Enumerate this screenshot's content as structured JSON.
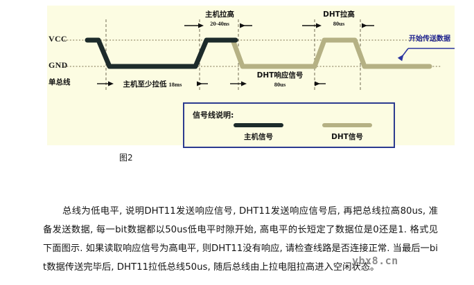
{
  "figure": {
    "caption": "图2",
    "background_color": "#fcfce2",
    "host_signal_color": "#1d2b2b",
    "dht_signal_color": "#b5b184",
    "annotation_color": "#1b1f8c",
    "axis": {
      "vcc_label": "VCC",
      "gnd_label": "GND",
      "bus_label": "单总线"
    },
    "annotations": {
      "host_pull_low": {
        "text": "主机至少拉低",
        "value": "18ms"
      },
      "host_pull_high": {
        "text": "主机拉高",
        "value": "20-40ns"
      },
      "dht_response": {
        "text": "DHT响应信号",
        "value": "80us"
      },
      "dht_pull_high": {
        "text": "DHT拉高",
        "value": "80us"
      },
      "start_transmit": {
        "text": "开始传送数据"
      }
    }
  },
  "legend": {
    "title": "信号线说明:",
    "entries": [
      {
        "name": "主机信号",
        "color": "#1d2b2b"
      },
      {
        "name": "DHT信号",
        "color": "#b5b184"
      }
    ]
  },
  "body": {
    "paragraph": "总线为低电平, 说明DHT11发送响应信号, DHT11发送响应信号后, 再把总线拉高80us, 准备发送数据, 每一bit数据都以50us低电平时隙开始, 高电平的长短定了数据位是0还是1. 格式见下面图示. 如果读取响应信号为高电平, 则DHT11没有响应, 请检查线路是否连接正常. 当最后一bit数据传送完毕后, DHT11拉低总线50us, 随后总线由上拉电阻拉高进入空闲状态。"
  },
  "watermark": {
    "text": "ybx8.cn"
  }
}
